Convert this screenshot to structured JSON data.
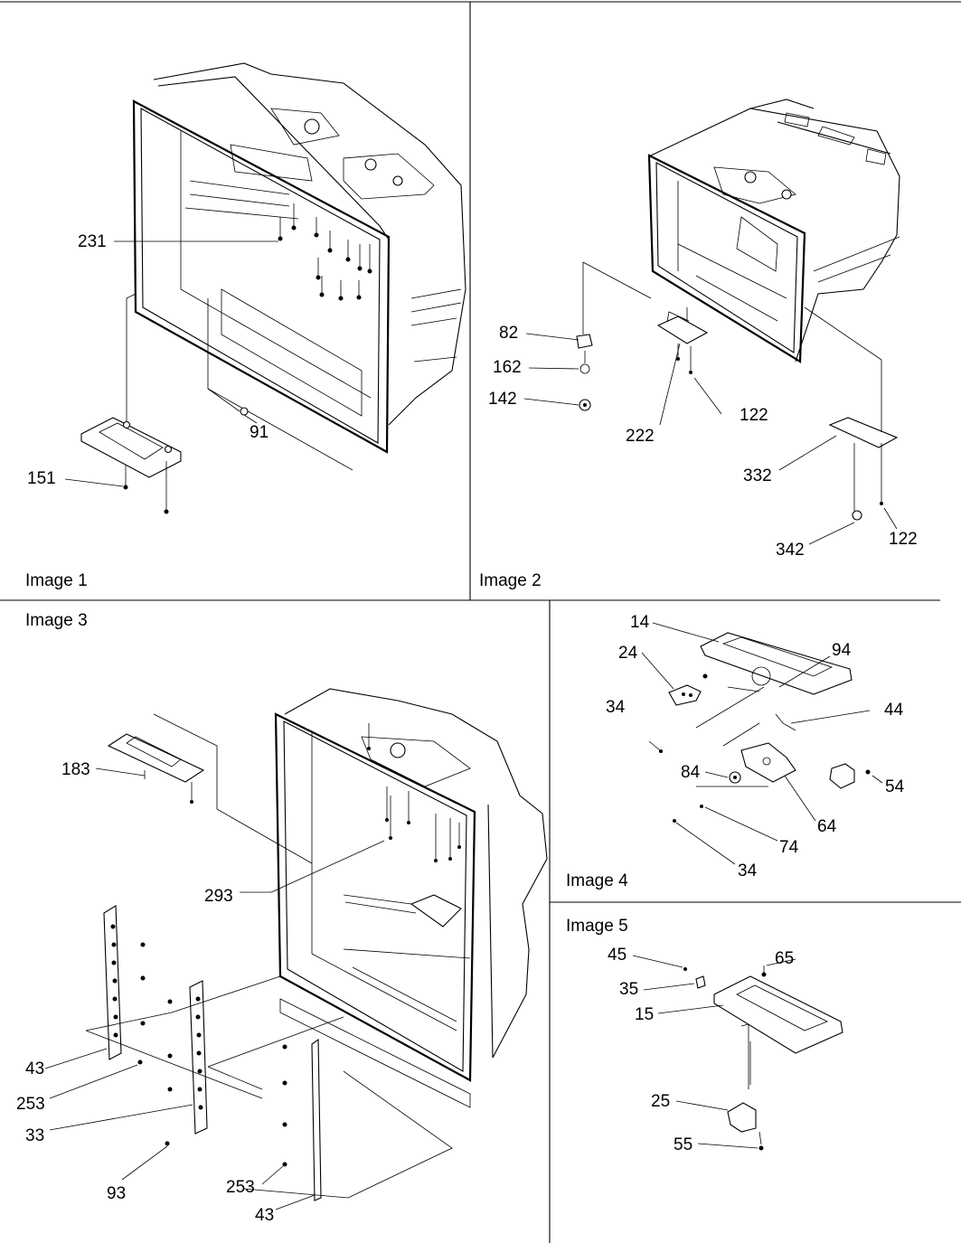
{
  "panels": [
    {
      "title": "Image 1"
    },
    {
      "title": "Image 2"
    },
    {
      "title": "Image 3"
    },
    {
      "title": "Image 4"
    },
    {
      "title": "Image 5"
    }
  ],
  "callouts": {
    "p1": [
      "231",
      "91",
      "151"
    ],
    "p2": [
      "82",
      "162",
      "142",
      "222",
      "122",
      "332",
      "342",
      "122"
    ],
    "p3": [
      "183",
      "293",
      "43",
      "253",
      "33",
      "93",
      "253",
      "43"
    ],
    "p4": [
      "14",
      "24",
      "94",
      "34",
      "44",
      "84",
      "54",
      "64",
      "74",
      "34"
    ],
    "p5": [
      "45",
      "65",
      "35",
      "15",
      "25",
      "55"
    ]
  }
}
